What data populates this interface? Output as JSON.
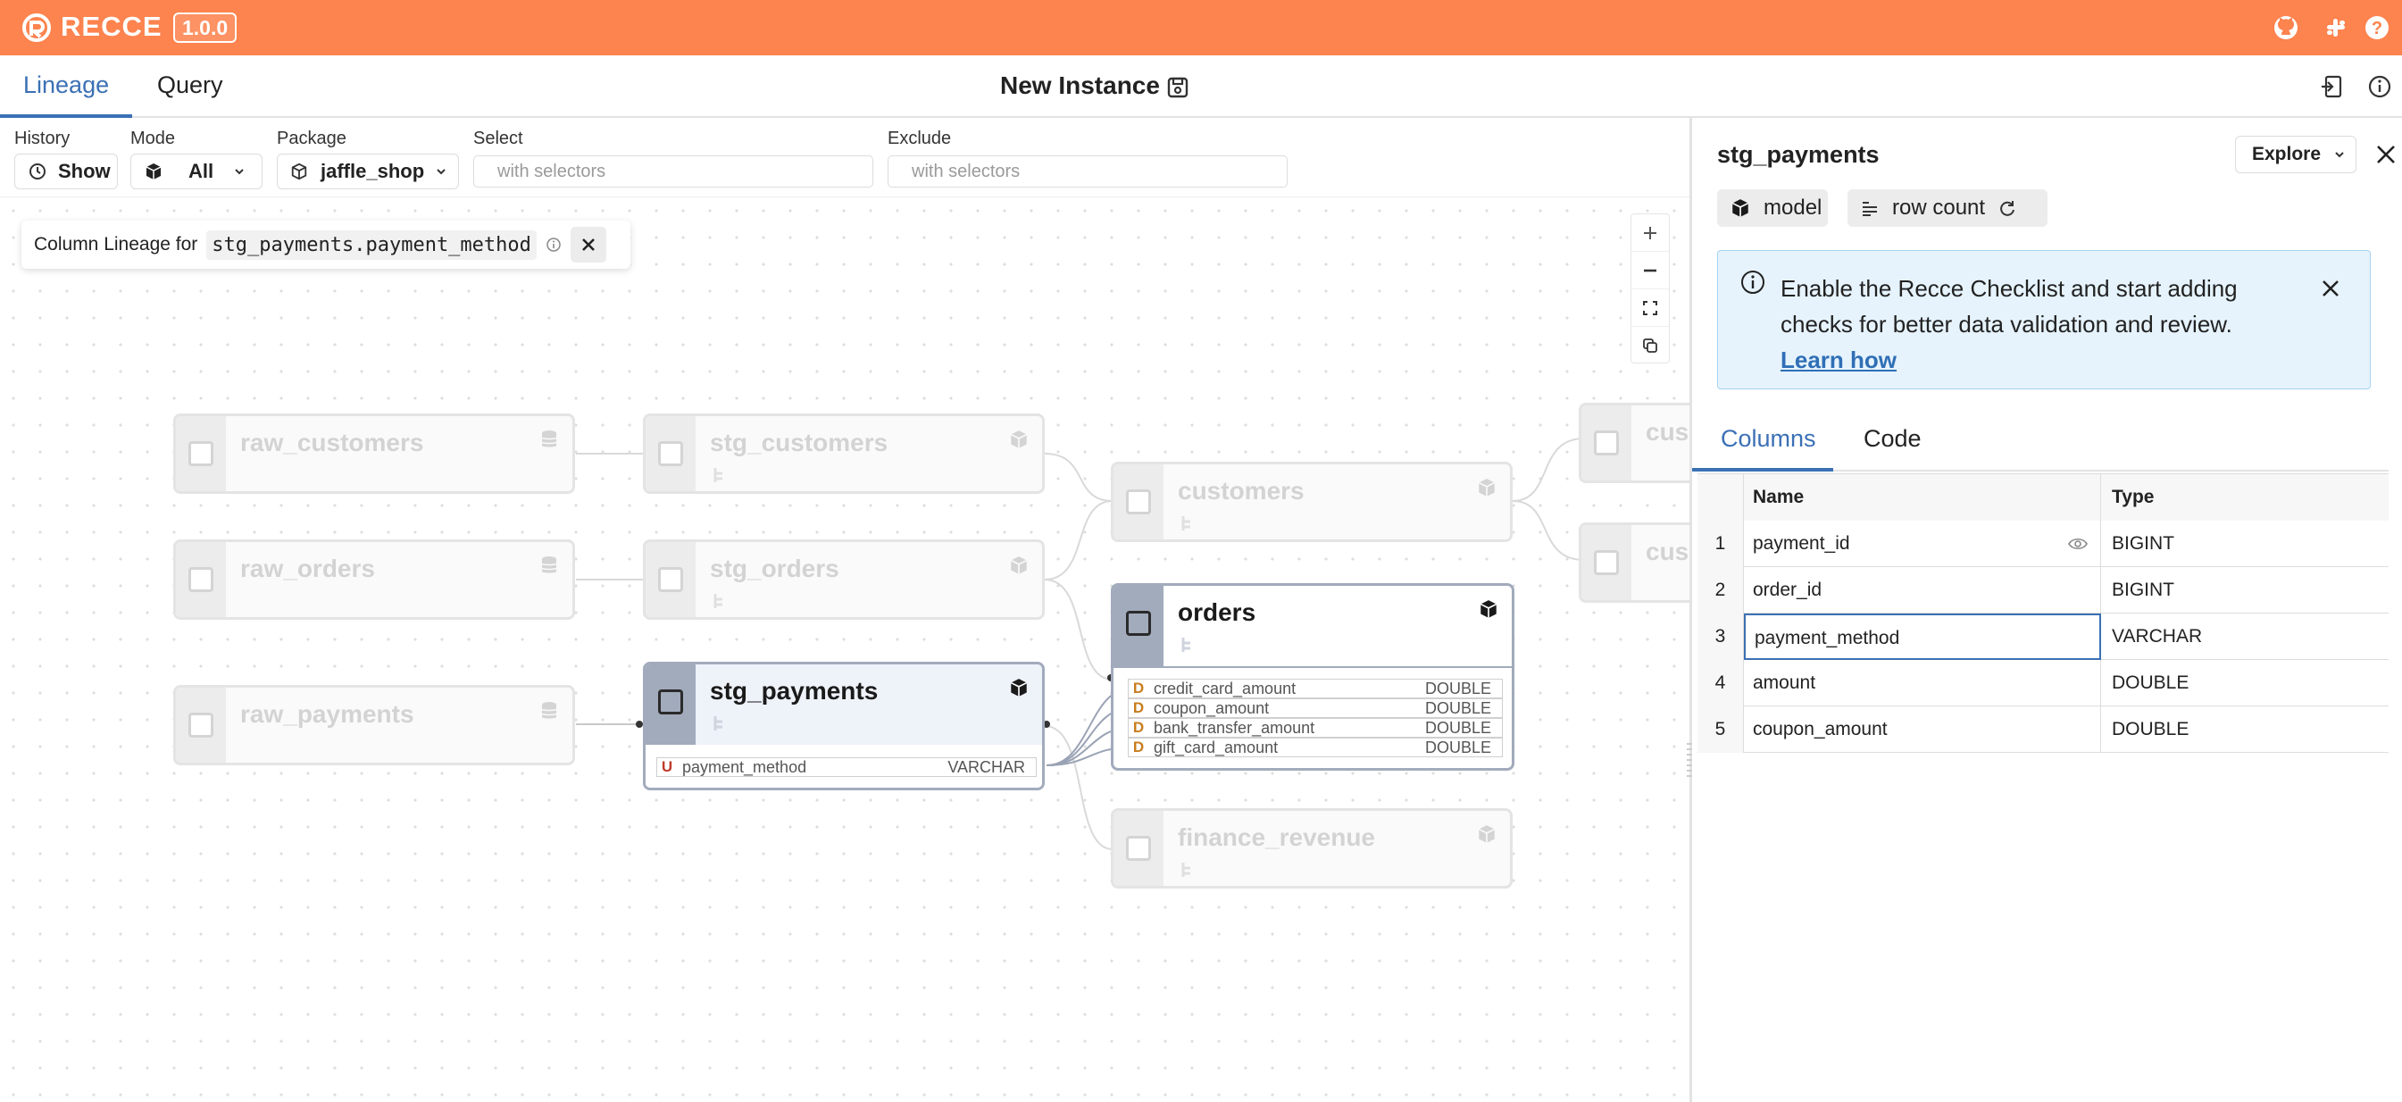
{
  "app": {
    "brand": "RECCE",
    "version": "1.0.0"
  },
  "nav": {
    "tabs": [
      "Lineage",
      "Query"
    ],
    "instance_title": "New Instance"
  },
  "filters": {
    "history_label": "History",
    "history_btn": "Show",
    "mode_label": "Mode",
    "mode_value": "All",
    "package_label": "Package",
    "package_value": "jaffle_shop",
    "select_label": "Select",
    "select_placeholder": "with selectors",
    "exclude_label": "Exclude",
    "exclude_placeholder": "with selectors"
  },
  "column_lineage": {
    "prefix": "Column Lineage for",
    "column": "stg_payments.payment_method"
  },
  "nodes": {
    "raw_customers": "raw_customers",
    "raw_orders": "raw_orders",
    "raw_payments": "raw_payments",
    "stg_customers": "stg_customers",
    "stg_orders": "stg_orders",
    "stg_payments": "stg_payments",
    "customers": "customers",
    "orders": "orders",
    "finance_revenue": "finance_revenue",
    "cus1": "cus",
    "cus2": "cus"
  },
  "stg_payments_columns": [
    {
      "badge": "U",
      "name": "payment_method",
      "type": "VARCHAR"
    }
  ],
  "orders_columns": [
    {
      "badge": "D",
      "name": "credit_card_amount",
      "type": "DOUBLE"
    },
    {
      "badge": "D",
      "name": "coupon_amount",
      "type": "DOUBLE"
    },
    {
      "badge": "D",
      "name": "bank_transfer_amount",
      "type": "DOUBLE"
    },
    {
      "badge": "D",
      "name": "gift_card_amount",
      "type": "DOUBLE"
    }
  ],
  "panel": {
    "title": "stg_payments",
    "explore": "Explore",
    "tag_model": "model",
    "tag_rowcount": "row count",
    "alert_text": "Enable the Recce Checklist and start adding checks for better data validation and review.",
    "alert_link": "Learn how",
    "tabs": [
      "Columns",
      "Code"
    ],
    "grid_headers": {
      "name": "Name",
      "type": "Type"
    },
    "rows": [
      {
        "idx": "1",
        "name": "payment_id",
        "type": "BIGINT"
      },
      {
        "idx": "2",
        "name": "order_id",
        "type": "BIGINT"
      },
      {
        "idx": "3",
        "name": "payment_method",
        "type": "VARCHAR"
      },
      {
        "idx": "4",
        "name": "amount",
        "type": "DOUBLE"
      },
      {
        "idx": "5",
        "name": "coupon_amount",
        "type": "DOUBLE"
      }
    ]
  },
  "colors": {
    "brand": "#fd834f",
    "accent": "#3b70b5",
    "alert_bg": "#e6f3fc"
  }
}
